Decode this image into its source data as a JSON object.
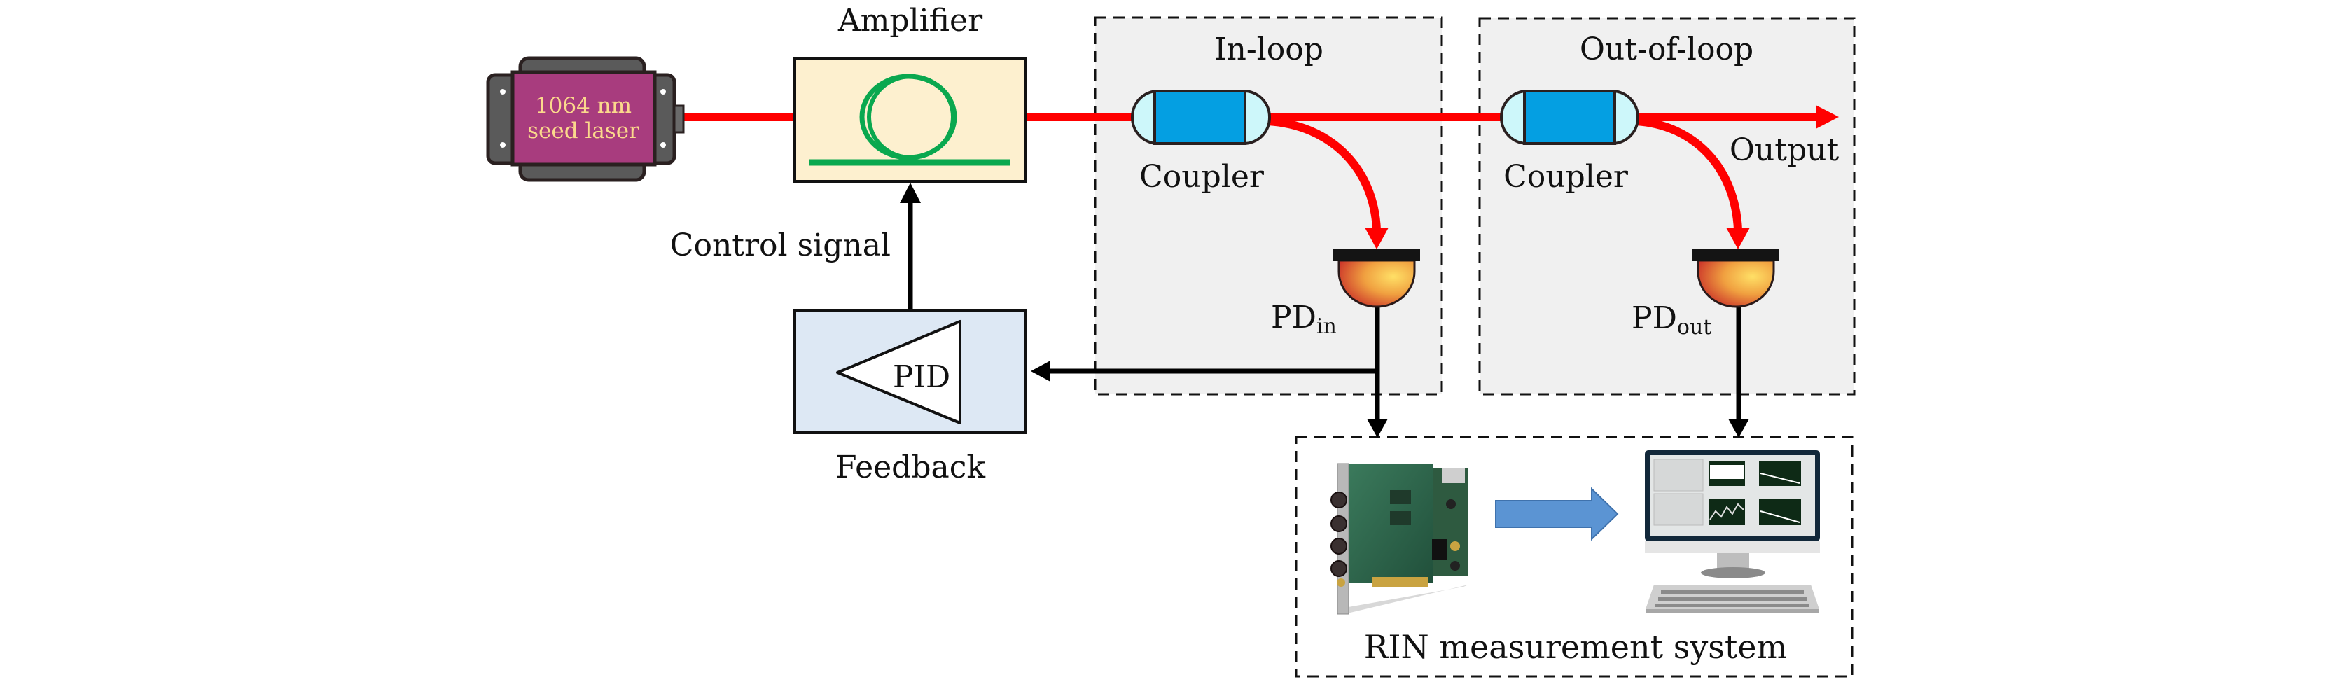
{
  "title": "RIN suppression setup with in-loop and out-of-loop detection",
  "colors": {
    "beam": "#ff0000",
    "laser_body": "#a83c7e",
    "laser_text": "#fbd98c",
    "amplifier_fill": "#fdf0cf",
    "fiber_loop": "#0aa84f",
    "feedback_fill": "#dde8f4",
    "dashed_region_fill": "#f0f0f0",
    "coupler_core": "#049fe2",
    "coupler_end": "#cdf7fa",
    "transfer_arrow": "#5b94d3"
  },
  "seed_laser": {
    "line1": "1064 nm",
    "line2": "seed laser"
  },
  "amplifier": {
    "label": "Amplifier"
  },
  "control": {
    "label": "Control signal"
  },
  "feedback": {
    "label": "Feedback",
    "controller": "PID"
  },
  "in_loop": {
    "title": "In-loop",
    "coupler_label": "Coupler",
    "detector_label": "PD",
    "detector_subscript": "in"
  },
  "out_of_loop": {
    "title": "Out-of-loop",
    "coupler_label": "Coupler",
    "output_label": "Output",
    "detector_label": "PD",
    "detector_subscript": "out"
  },
  "rin_system": {
    "label": "RIN measurement system",
    "daq_card": "data-acquisition-card-image",
    "computer": "computer-with-analysis-software"
  }
}
